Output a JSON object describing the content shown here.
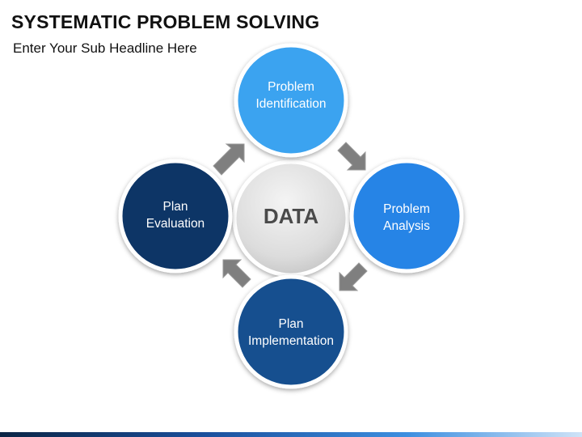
{
  "slide": {
    "title": "SYSTEMATIC PROBLEM SOLVING",
    "subtitle": "Enter Your Sub Headline Here"
  },
  "diagram": {
    "center": {
      "label": "DATA"
    },
    "nodes": [
      {
        "line1": "Problem",
        "line2": "Identification",
        "color": "#3aa3f0"
      },
      {
        "line1": "Problem",
        "line2": "Analysis",
        "color": "#2584e6"
      },
      {
        "line1": "Plan",
        "line2": "Implementation",
        "color": "#124f8f"
      },
      {
        "line1": "Plan",
        "line2": "Evaluation",
        "color": "#0c3466"
      }
    ],
    "arrow_color": "#7f7f7f"
  }
}
